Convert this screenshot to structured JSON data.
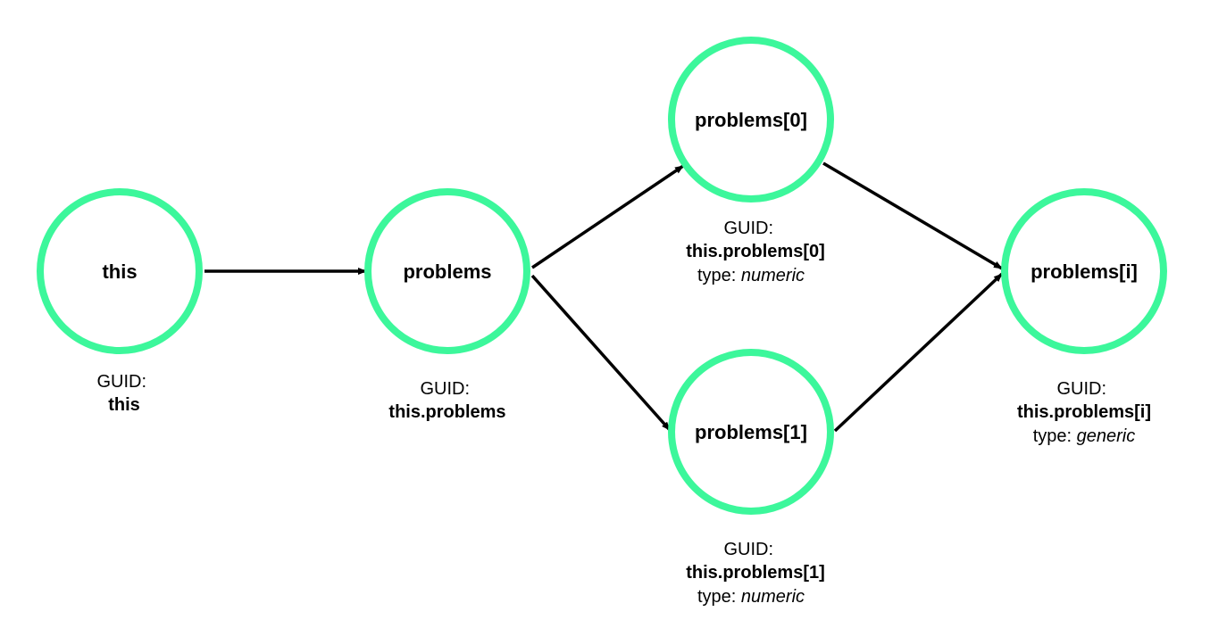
{
  "colors": {
    "node_stroke": "#3cf79b",
    "edge": "#000000",
    "text": "#000000"
  },
  "nodes": {
    "this": {
      "title": "this",
      "guid_label": "GUID:",
      "guid_value": "this"
    },
    "problems": {
      "title": "problems",
      "guid_label": "GUID:",
      "guid_value": "this.problems"
    },
    "problems_0": {
      "title": "problems[0]",
      "guid_label": "GUID:",
      "guid_value": "this.problems[0]",
      "type_label": "type:",
      "type_value": "numeric"
    },
    "problems_1": {
      "title": "problems[1]",
      "guid_label": "GUID:",
      "guid_value": "this.problems[1]",
      "type_label": "type:",
      "type_value": "numeric"
    },
    "problems_i": {
      "title": "problems[i]",
      "guid_label": "GUID:",
      "guid_value": "this.problems[i]",
      "type_label": "type:",
      "type_value": "generic"
    }
  }
}
